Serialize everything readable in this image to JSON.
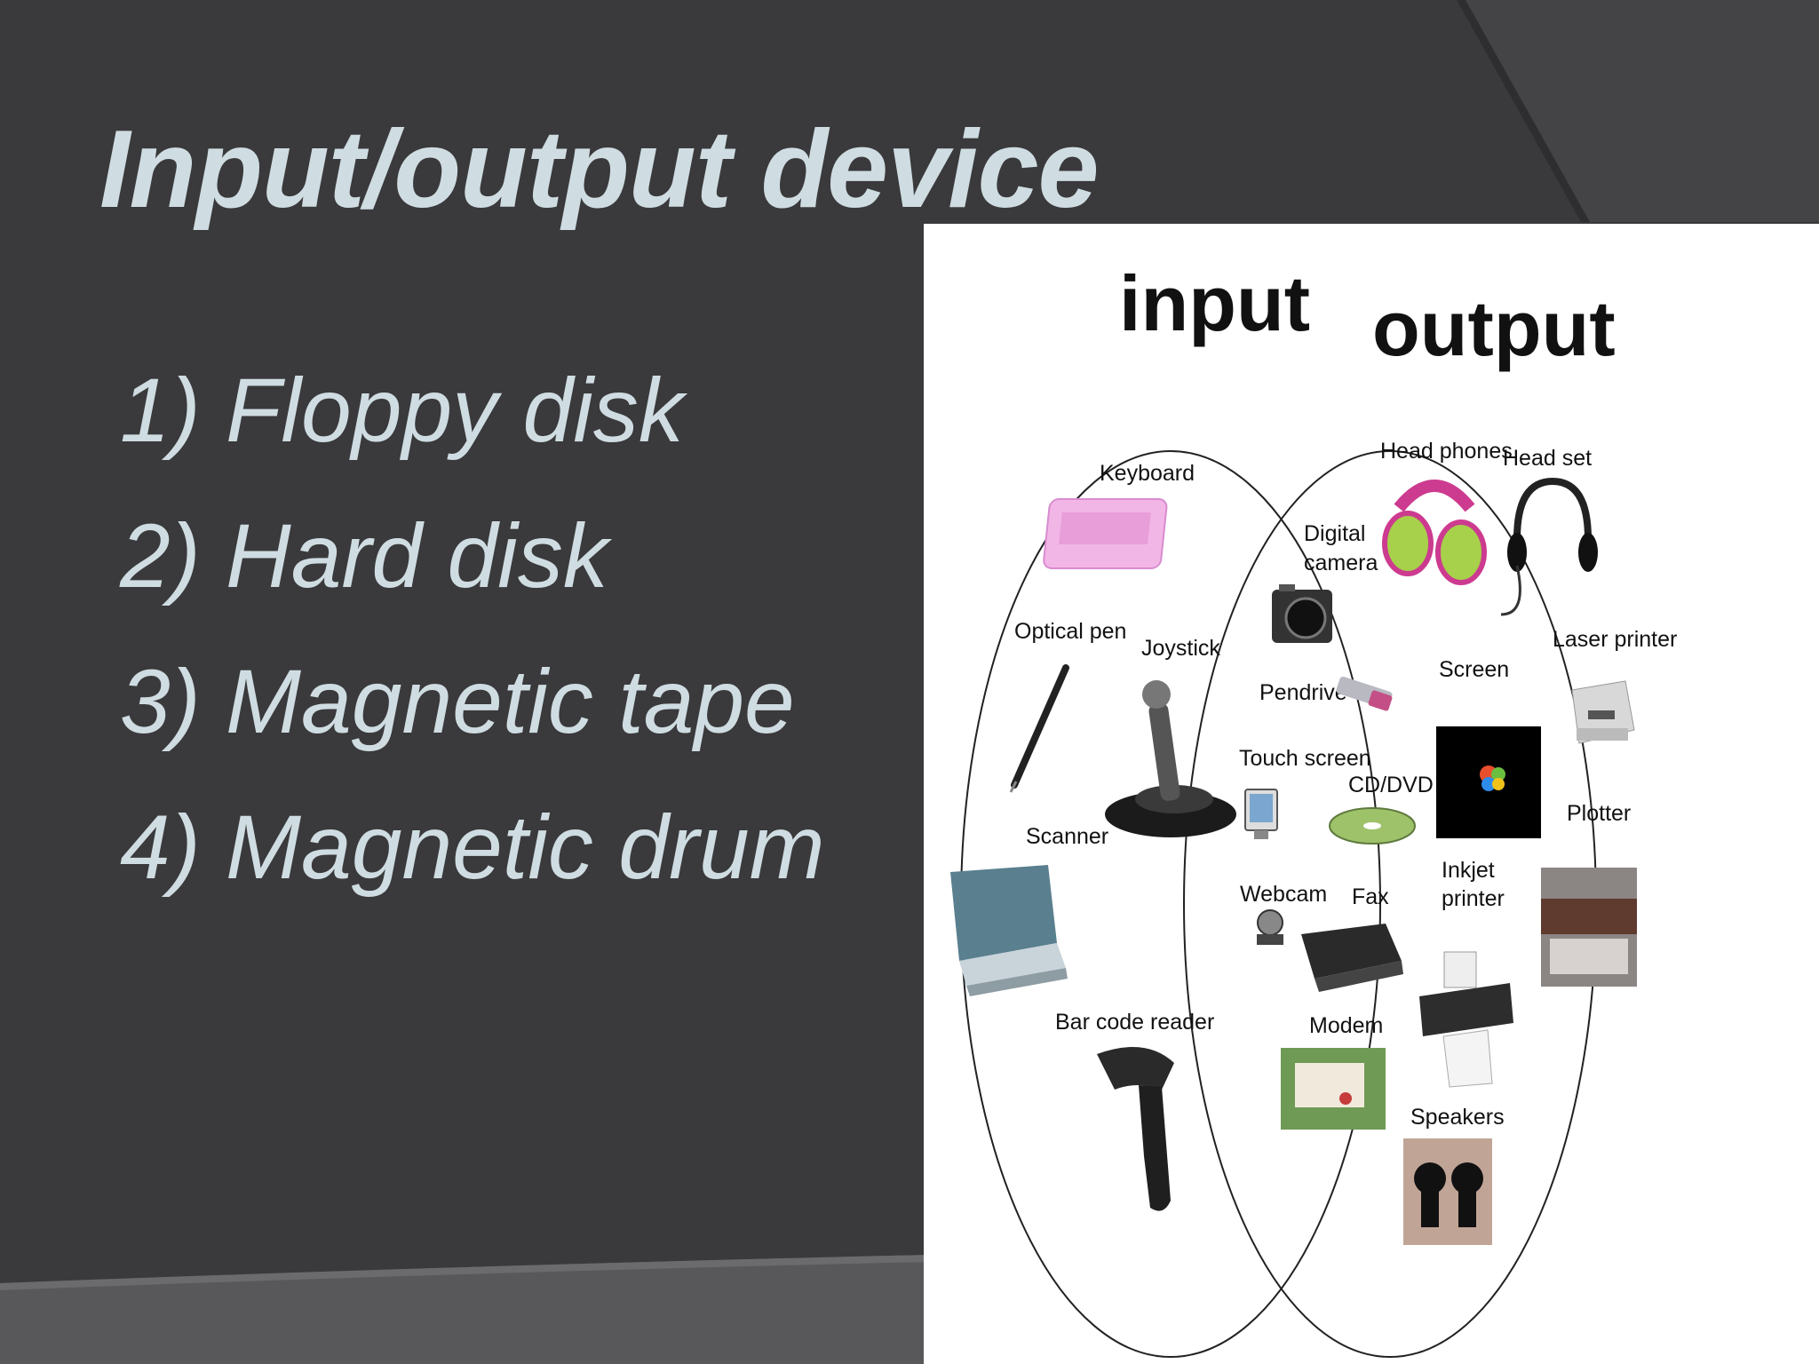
{
  "slide": {
    "title": "Input/output device",
    "items": [
      "1) Floppy disk",
      "2) Hard disk",
      "3) Magnetic tape",
      "4) Magnetic drum"
    ]
  },
  "diagram": {
    "input_heading": "input",
    "output_heading": "output",
    "input_devices": [
      "Keyboard",
      "Optical pen",
      "Joystick",
      "Scanner",
      "Bar code reader"
    ],
    "shared_devices": [
      "Digital",
      "camera",
      "Pendrive",
      "Touch screen",
      "CD/DVD",
      "Webcam",
      "Fax",
      "Modem"
    ],
    "output_devices": [
      "Head phones",
      "Head set",
      "Laser printer",
      "Screen",
      "Plotter",
      "Inkjet",
      "printer",
      "Speakers"
    ]
  },
  "colors": {
    "background": "#3a393b",
    "text": "#cfdde2",
    "panel": "#ffffff"
  }
}
